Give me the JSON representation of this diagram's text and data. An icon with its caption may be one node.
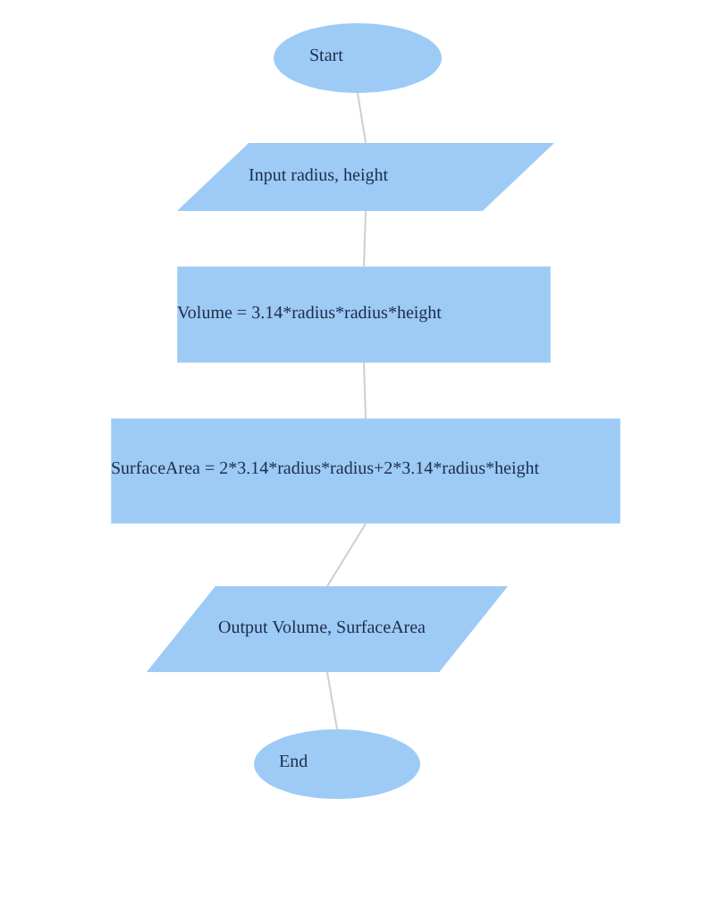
{
  "diagram": {
    "nodes": [
      {
        "text": [
          "Start"
        ]
      },
      {
        "text": [
          "Input radius, height"
        ]
      },
      {
        "text": [
          "Volume = 3.14*radius*radius*height"
        ]
      },
      {
        "text": [
          "SurfaceArea = 2*3.14*radius*radius+2*3.14*radius*height"
        ]
      },
      {
        "text": [
          "Output Volume, SurfaceArea"
        ]
      },
      {
        "text": [
          "End"
        ]
      }
    ],
    "edges": [
      {
        "from": 0,
        "to": 1,
        "arrow": "none"
      },
      {
        "from": 1,
        "to": 2,
        "arrow": "none"
      },
      {
        "from": 2,
        "to": 3,
        "arrow": "none"
      },
      {
        "from": 3,
        "to": 4,
        "arrow": "none"
      },
      {
        "from": 4,
        "to": 5,
        "arrow": "none"
      }
    ]
  }
}
